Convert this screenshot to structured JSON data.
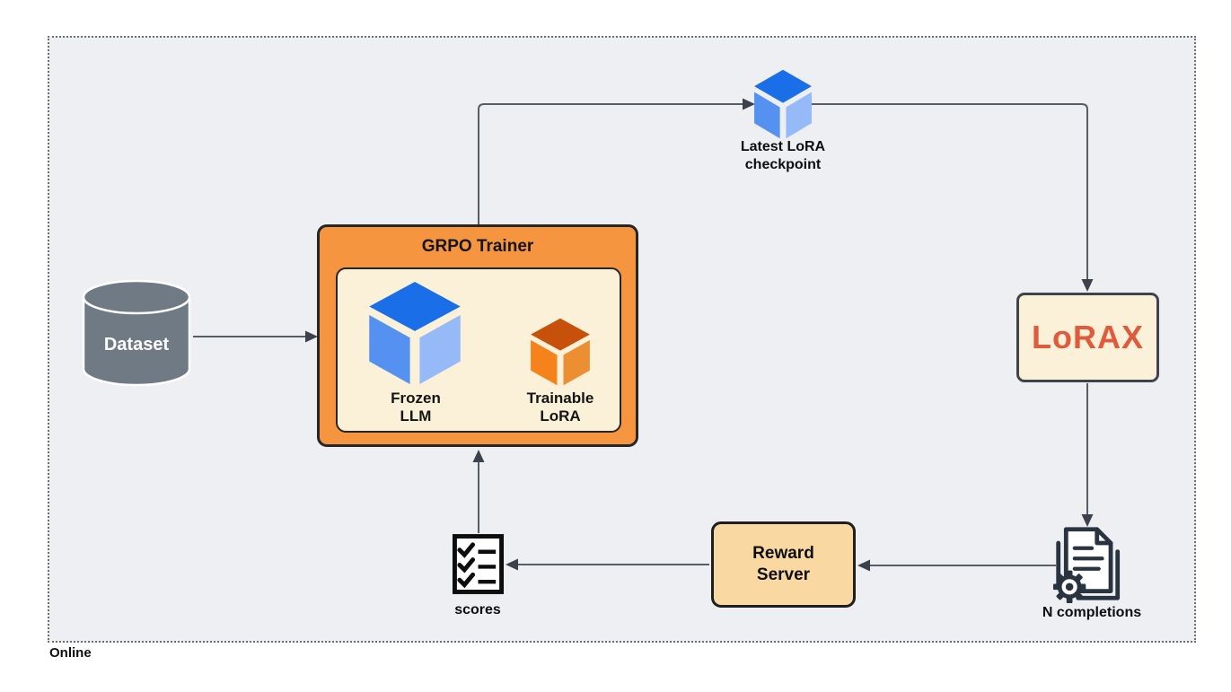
{
  "diagram": {
    "region_label": "Online",
    "colors": {
      "page_bg": "#ffffff",
      "region_bg": "#edeff2",
      "region_border": "#6f6f6f",
      "line": "#575e66",
      "arrowhead": "#3b424c"
    }
  },
  "nodes": {
    "dataset": {
      "label": "Dataset",
      "fill": "#707a85",
      "text_color": "#ffffff"
    },
    "grpo_trainer": {
      "title": "GRPO Trainer",
      "fill": "#f5953f",
      "inner_fill": "#fbf1d8",
      "border": "#262626"
    },
    "frozen_llm": {
      "line1": "Frozen",
      "line2": "LLM",
      "cube_top": "#1a6ee8",
      "cube_left": "#5591f0",
      "cube_right": "#96baf8"
    },
    "trainable_lora": {
      "line1": "Trainable",
      "line2": "LoRA",
      "cube_top": "#c7500b",
      "cube_left": "#f5821b",
      "cube_right": "#ec8f33"
    },
    "lora_checkpoint": {
      "line1": "Latest LoRA",
      "line2": "checkpoint",
      "cube_top": "#1a6ee8",
      "cube_left": "#5591f0",
      "cube_right": "#96baf8"
    },
    "lorax": {
      "label": "LoRAX",
      "fill": "#fbf1d8",
      "text_color": "#df5b3b",
      "border": "#3d444d"
    },
    "n_completions": {
      "label": "N completions",
      "icon_color": "#2a3441"
    },
    "reward_server": {
      "line1": "Reward",
      "line2": "Server",
      "fill": "#f9d9a1",
      "border": "#1f1f1f"
    },
    "scores": {
      "label": "scores",
      "icon_color": "#0d0d0d"
    }
  },
  "edges": [
    {
      "from": "dataset",
      "to": "grpo-trainer"
    },
    {
      "from": "grpo-trainer",
      "to": "lora-checkpoint"
    },
    {
      "from": "lora-checkpoint",
      "to": "lorax"
    },
    {
      "from": "lorax",
      "to": "n-completions"
    },
    {
      "from": "n-completions",
      "to": "reward-server"
    },
    {
      "from": "reward-server",
      "to": "scores"
    },
    {
      "from": "scores",
      "to": "grpo-trainer"
    }
  ]
}
